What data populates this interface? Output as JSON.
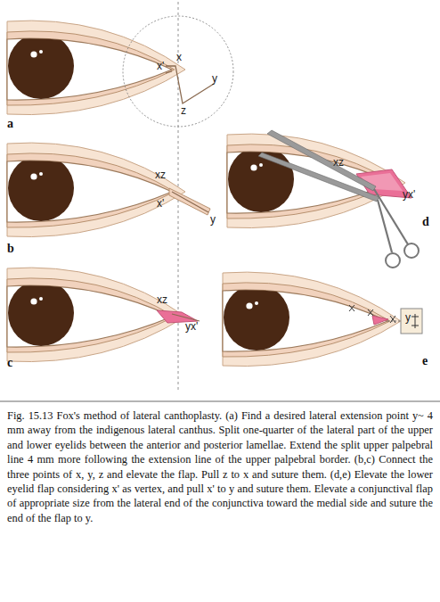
{
  "diagram": {
    "caption": "Fig. 15.13 Fox's method of lateral canthoplasty. (a) Find a desired lateral extension point y~ 4 mm away from the indigenous lateral canthus. Split one-quarter of the lateral part of the upper and lower eyelids between the anterior and posterior lamellae. Extend the split upper palpebral line 4 mm more following the extension line of the upper palpebral border. (b,c) Connect the three points of x, y, z and elevate the flap. Pull z to x and suture them. (d,e) Elevate the lower eyelid flap considering x' as vertex, and pull x' to y and suture them. Elevate a conjunctival flap of appropriate size from the lateral end of the conjunctiva toward the medial side and suture the end of the flap to y.",
    "labels": [
      "x",
      "y",
      "x'",
      "z",
      "a",
      "xz",
      "x'",
      "y",
      "b",
      "xz",
      "yx'",
      "d",
      "xz",
      "yx'",
      "c",
      "y",
      "e"
    ]
  }
}
